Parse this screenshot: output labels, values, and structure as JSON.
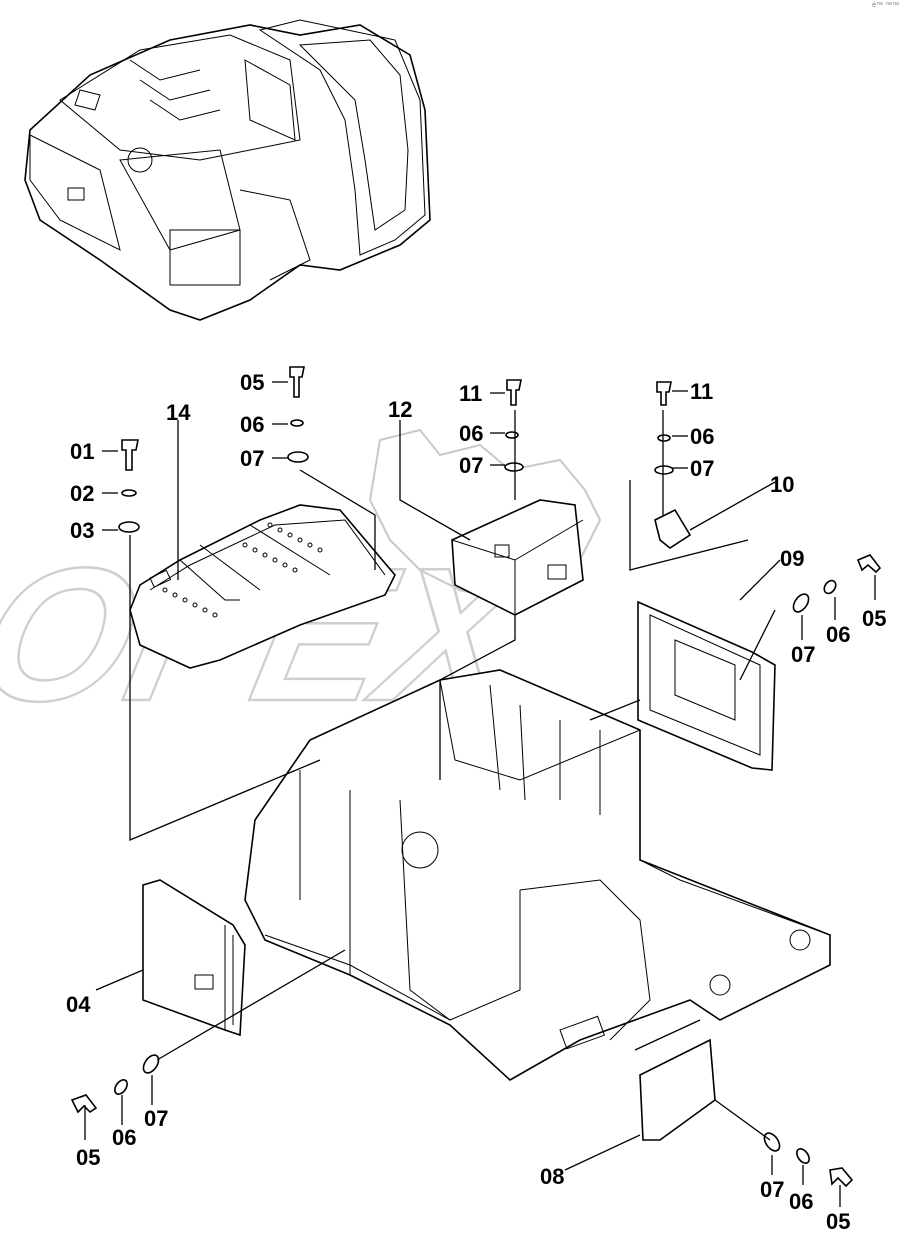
{
  "corner_text": "é™ ™™",
  "watermark": "OPEX",
  "callouts": [
    {
      "id": "c01",
      "text": "01"
    },
    {
      "id": "c02",
      "text": "02"
    },
    {
      "id": "c03",
      "text": "03"
    },
    {
      "id": "c14",
      "text": "14"
    },
    {
      "id": "c05a",
      "text": "05"
    },
    {
      "id": "c06a",
      "text": "06"
    },
    {
      "id": "c07a",
      "text": "07"
    },
    {
      "id": "c12",
      "text": "12"
    },
    {
      "id": "c11a",
      "text": "11"
    },
    {
      "id": "c06b",
      "text": "06"
    },
    {
      "id": "c07b",
      "text": "07"
    },
    {
      "id": "c11b",
      "text": "11"
    },
    {
      "id": "c06c",
      "text": "06"
    },
    {
      "id": "c07c",
      "text": "07"
    },
    {
      "id": "c10",
      "text": "10"
    },
    {
      "id": "c09",
      "text": "09"
    },
    {
      "id": "c05b",
      "text": "05"
    },
    {
      "id": "c06d",
      "text": "06"
    },
    {
      "id": "c07d",
      "text": "07"
    },
    {
      "id": "c04",
      "text": "04"
    },
    {
      "id": "c05c",
      "text": "05"
    },
    {
      "id": "c06e",
      "text": "06"
    },
    {
      "id": "c07e",
      "text": "07"
    },
    {
      "id": "c08",
      "text": "08"
    },
    {
      "id": "c07f",
      "text": "07"
    },
    {
      "id": "c06f",
      "text": "06"
    },
    {
      "id": "c05d",
      "text": "05"
    }
  ]
}
